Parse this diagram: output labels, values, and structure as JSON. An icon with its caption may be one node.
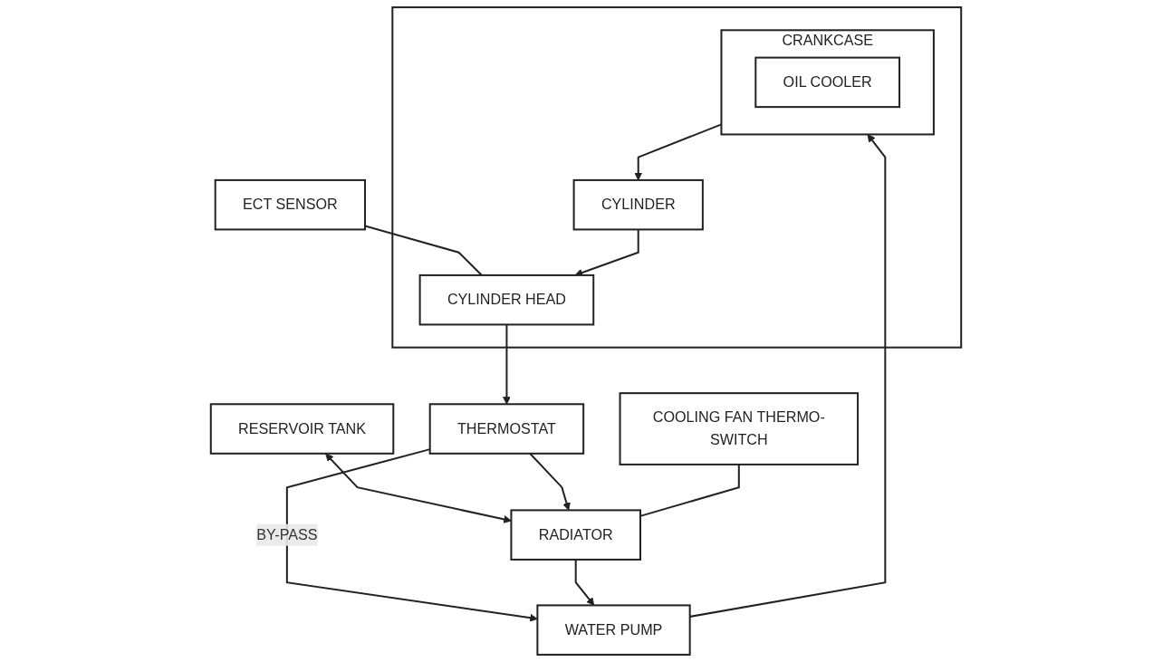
{
  "diagram": {
    "nodes": [
      {
        "text": [
          "RESERVOIR TANK"
        ]
      },
      {
        "text": [
          "THERMOSTAT"
        ]
      },
      {
        "text": [
          "RADIATOR"
        ]
      },
      {
        "text": [
          "ECT SENSOR"
        ]
      },
      {
        "text": [
          "COOLING FAN THERMO-SWITCH"
        ]
      },
      {
        "text": [],
        "shape": "box"
      },
      {
        "text": [
          "CRANKCASE"
        ],
        "in": 5
      },
      {
        "text": [
          "CYLINDER"
        ],
        "in": 5
      },
      {
        "text": [
          "CYLINDER HEAD"
        ],
        "in": 5
      },
      {
        "text": [
          "OIL COOLER"
        ],
        "in": 6
      },
      {
        "text": [
          "WATER PUMP"
        ]
      }
    ],
    "edges": [
      {
        "from": 0,
        "to": 2,
        "arrow": "both"
      },
      {
        "from": 1,
        "to": 10,
        "arrow": "to",
        "label": "BY-PASS"
      },
      {
        "from": 1,
        "to": 2,
        "arrow": "to"
      },
      {
        "from": 8,
        "to": 1,
        "arrow": "to"
      },
      {
        "from": 3,
        "to": 8,
        "arrow": "none"
      },
      {
        "from": 4,
        "to": 2,
        "arrow": "none"
      },
      {
        "from": 6,
        "to": 7,
        "arrow": "to"
      },
      {
        "from": 7,
        "to": 8,
        "arrow": "to"
      },
      {
        "from": 2,
        "to": 10,
        "arrow": "to"
      },
      {
        "from": 10,
        "to": 6,
        "arrow": "to"
      }
    ]
  }
}
